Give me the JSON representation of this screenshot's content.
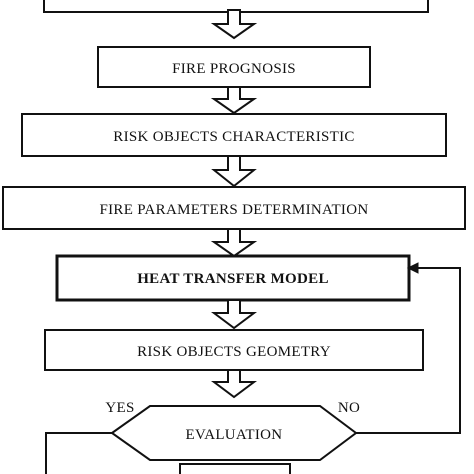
{
  "flowchart": {
    "steps": {
      "fire_prognosis": "FIRE PROGNOSIS",
      "risk_objects_characteristic": "RISK OBJECTS CHARACTERISTIC",
      "fire_parameters_determination": "FIRE PARAMETERS DETERMINATION",
      "heat_transfer_model": "HEAT TRANSFER MODEL",
      "risk_objects_geometry": "RISK OBJECTS GEOMETRY"
    },
    "decision": {
      "label": "EVALUATION",
      "yes_label": "YES",
      "no_label": "NO"
    }
  }
}
